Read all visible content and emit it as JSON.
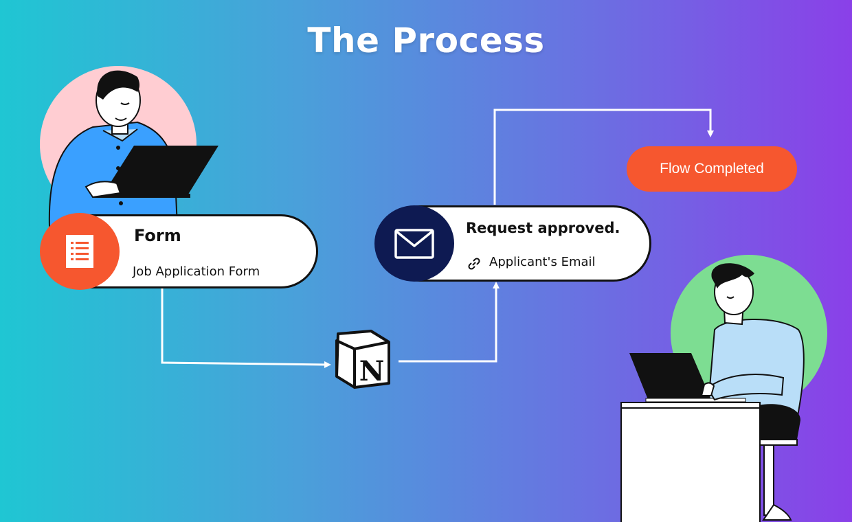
{
  "page": {
    "title": "The Process"
  },
  "form_card": {
    "title": "Form",
    "subtitle": "Job Application Form",
    "icon": "form-list-icon"
  },
  "email_card": {
    "title": "Request approved.",
    "subtitle": "Applicant's Email",
    "icon": "envelope-icon",
    "link_icon": "link-icon"
  },
  "notion_node": {
    "glyph": "N",
    "icon": "notion-logo-icon"
  },
  "completed_pill": {
    "label": "Flow Completed"
  },
  "colors": {
    "gradient_start": "#1fc6d3",
    "gradient_end": "#8a40e8",
    "form_icon_bg": "#f6572f",
    "email_icon_bg": "#0e1a52",
    "completed_bg": "#f6572f",
    "person_left_halo": "#ffcdd2",
    "person_right_halo": "#7ddd92"
  }
}
